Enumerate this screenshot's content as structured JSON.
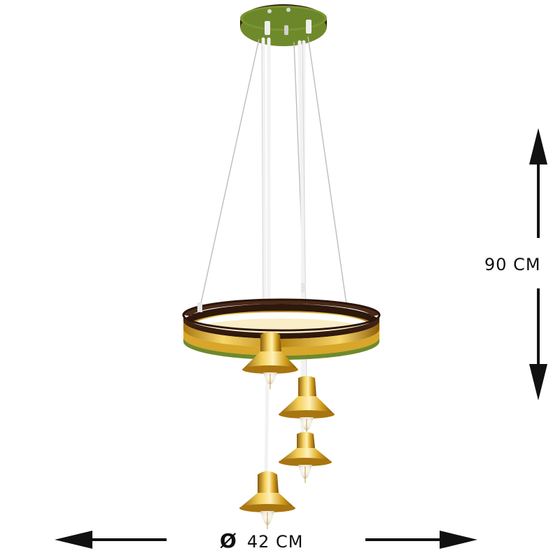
{
  "dimensions": {
    "height_text": "90 CM",
    "diameter_symbol": "Ø",
    "width_text": "42 CM"
  },
  "colors": {
    "wood_dark": "#3b1f12",
    "wood_green": "#6f8a2a",
    "gold": "#d9a521",
    "gold_light": "#fbe49a",
    "cord": "#f2f2f2",
    "arrow": "#111111"
  }
}
